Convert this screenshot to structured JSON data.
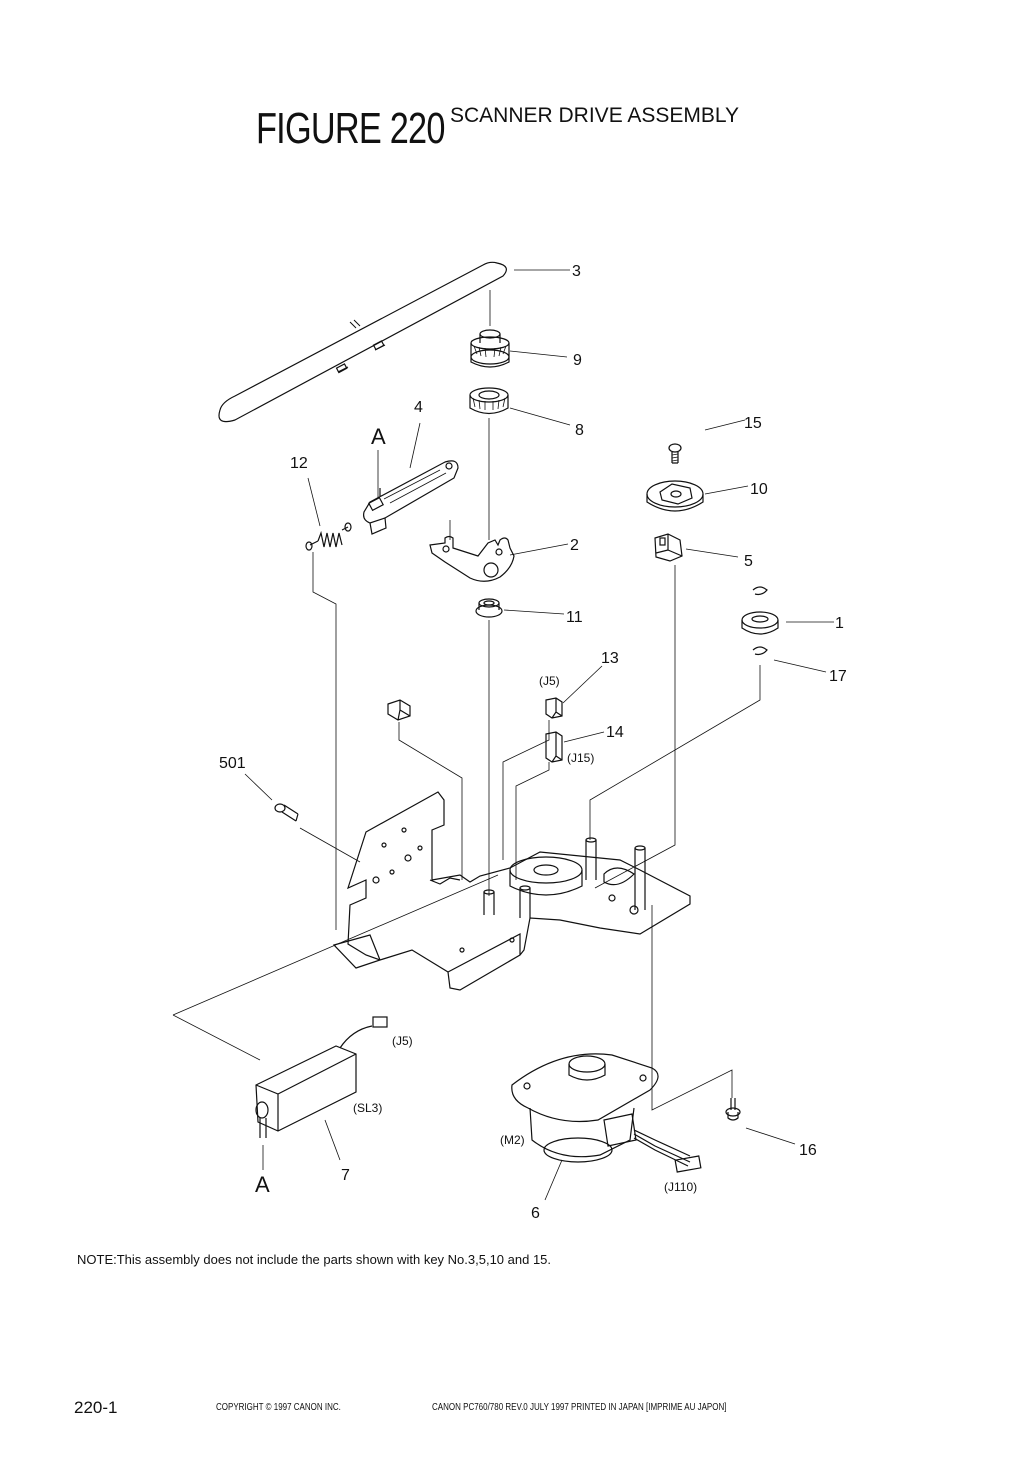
{
  "header": {
    "figure_number": "FIGURE 220",
    "figure_title": "SCANNER DRIVE ASSEMBLY"
  },
  "callouts": {
    "k1": "1",
    "k2": "2",
    "k3": "3",
    "k4": "4",
    "k5": "5",
    "k6": "6",
    "k7": "7",
    "k8": "8",
    "k9": "9",
    "k10": "10",
    "k11": "11",
    "k12": "12",
    "k13": "13",
    "k14": "14",
    "k15": "15",
    "k16": "16",
    "k17": "17",
    "k501": "501",
    "ref_a_top": "A",
    "ref_a_bottom": "A"
  },
  "connector_labels": {
    "j5_top": "(J5)",
    "j15": "(J15)",
    "j5_solenoid": "(J5)",
    "sl3": "(SL3)",
    "m2": "(M2)",
    "j110": "(J110)"
  },
  "note": "NOTE:This assembly does not include the parts shown with key No.3,5,10 and 15.",
  "footer": {
    "page_number": "220-1",
    "copyright": "COPYRIGHT ©  1997  CANON  INC.",
    "print_info": "CANON  PC760/780  REV.0  JULY 1997  PRINTED  IN  JAPAN [IMPRIME  AU  JAPON]"
  }
}
